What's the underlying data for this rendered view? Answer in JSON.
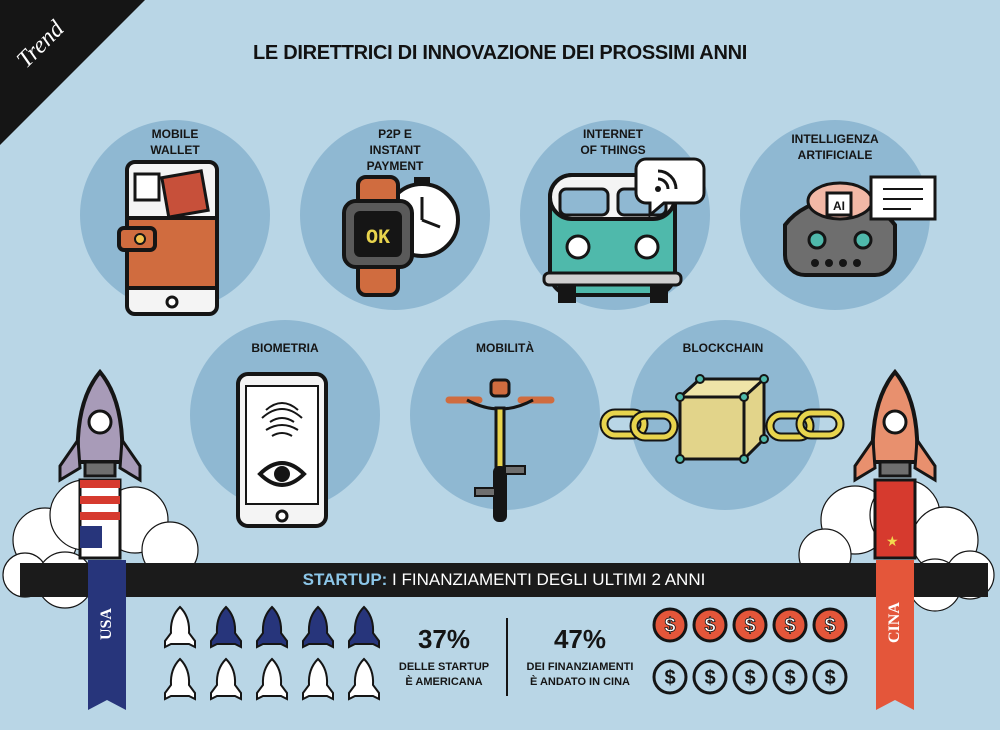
{
  "corner_label": "Trend",
  "title": "LE DIRETTRICI DI INNOVAZIONE DEI PROSSIMI ANNI",
  "drivers": [
    {
      "label": "MOBILE\nWALLET"
    },
    {
      "label": "P2P E\nINSTANT\nPAYMENT"
    },
    {
      "label": "INTERNET\nOF THINGS"
    },
    {
      "label": "INTELLIGENZA\nARTIFICIALE"
    },
    {
      "label": "BIOMETRIA"
    },
    {
      "label": "MOBILITÀ"
    },
    {
      "label": "BLOCKCHAIN"
    }
  ],
  "watch_display": "OK",
  "ai_badge": "AI",
  "startup_band": {
    "bold": "STARTUP:",
    "rest": " I FINANZIAMENTI DEGLI ULTIMI 2 ANNI"
  },
  "usa": {
    "flag_label": "USA",
    "percent": "37%",
    "description": "DELLE STARTUP\nÈ AMERICANA",
    "share_fraction": 0.37
  },
  "cina": {
    "flag_label": "CINA",
    "percent": "47%",
    "description": "DEI FINANZIAMENTI\nÈ ANDATO IN CINA",
    "share_fraction": 0.47
  },
  "colors": {
    "background": "#b9d6e6",
    "circle": "#8fb8d2",
    "usa_blue": "#27357b",
    "china_red": "#e4563a",
    "dark": "#1b1b1b"
  },
  "icons": [
    "mobile-wallet-icon",
    "smartwatch-stopwatch-icon",
    "van-iot-icon",
    "ai-robot-icon",
    "fingerprint-phone-icon",
    "bicycle-icon",
    "blockchain-cube-icon",
    "rocket-icon",
    "dollar-coin-icon"
  ]
}
